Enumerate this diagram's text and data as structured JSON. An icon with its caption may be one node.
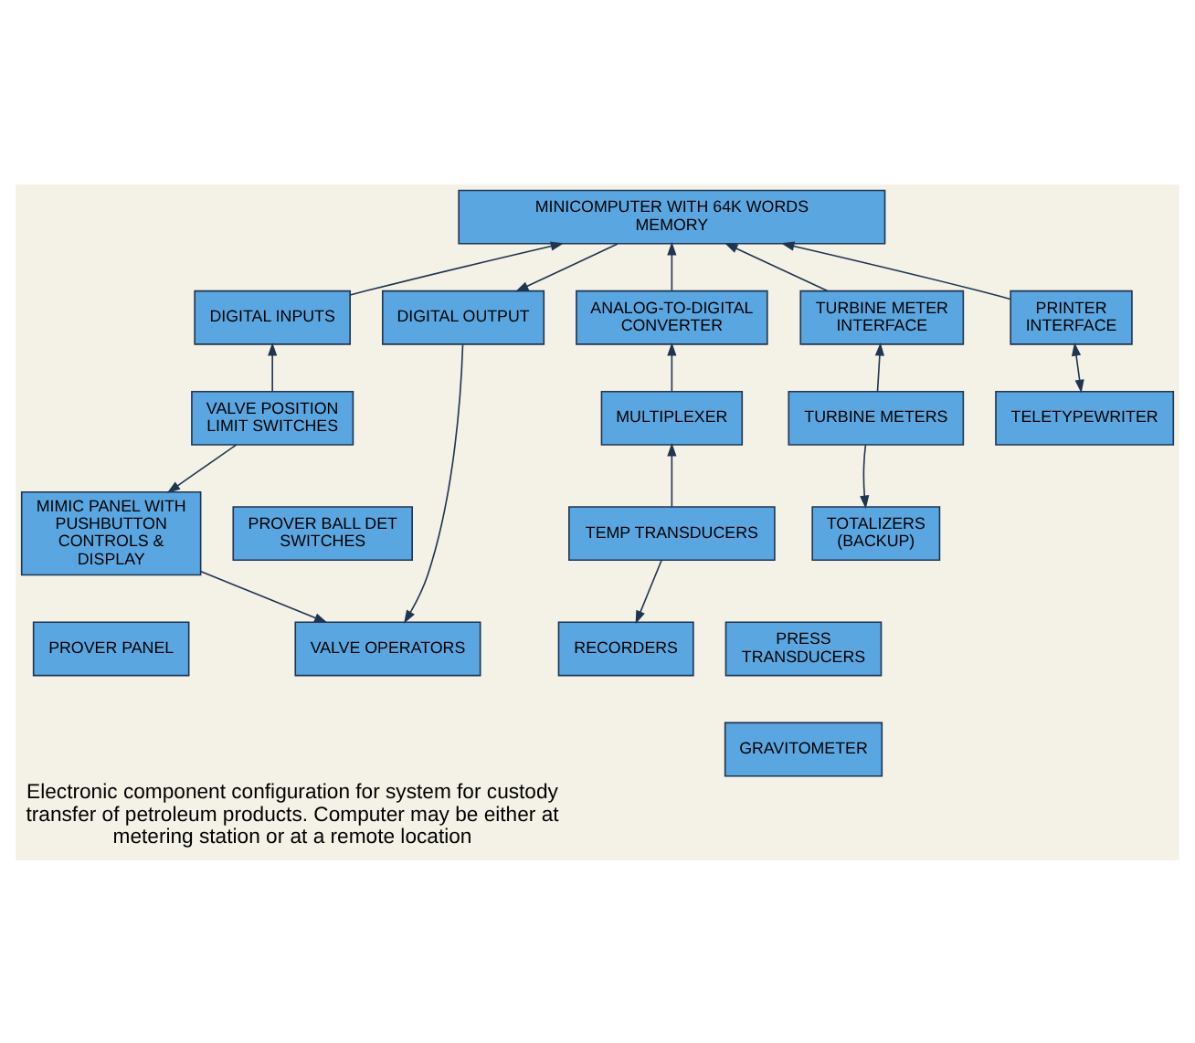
{
  "diagram": {
    "caption": "Electronic component configuration for system for custody transfer of petroleum products. Computer may be either at metering station or at a remote location",
    "nodes": [
      {
        "text": [
          "MINICOMPUTER WITH 64K WORDS MEMORY"
        ]
      },
      {
        "text": [
          "DIGITAL INPUTS"
        ]
      },
      {
        "text": [
          "DIGITAL OUTPUT"
        ]
      },
      {
        "text": [
          "ANALOG-TO-DIGITAL CONVERTER"
        ]
      },
      {
        "text": [
          "TURBINE METER INTERFACE"
        ]
      },
      {
        "text": [
          "PRINTER INTERFACE"
        ]
      },
      {
        "text": [
          "MIMIC PANEL WITH PUSHBUTTON CONTROLS & DISPLAY"
        ]
      },
      {
        "text": [
          "PROVER PANEL"
        ]
      },
      {
        "text": [
          "MULTIPLEXER"
        ]
      },
      {
        "text": [
          "TELETYPEWRITER"
        ]
      },
      {
        "text": [
          "VALVE OPERATORS"
        ]
      },
      {
        "text": [
          "RECORDERS"
        ]
      },
      {
        "text": [
          "VALVE POSITION LIMIT SWITCHES"
        ]
      },
      {
        "text": [
          "PROVER BALL DET SWITCHES"
        ]
      },
      {
        "text": [
          "TEMP TRANSDUCERS"
        ]
      },
      {
        "text": [
          "PRESS TRANSDUCERS"
        ]
      },
      {
        "text": [
          "TOTALIZERS (BACKUP)"
        ]
      },
      {
        "text": [
          "GRAVITOMETER"
        ]
      },
      {
        "text": [
          "TURBINE METERS"
        ]
      }
    ],
    "edges": [
      {
        "from": 1,
        "to": 0,
        "arrow": "to"
      },
      {
        "from": 0,
        "to": 2,
        "arrow": "to"
      },
      {
        "from": 3,
        "to": 0,
        "arrow": "to"
      },
      {
        "from": 4,
        "to": 0,
        "arrow": "to"
      },
      {
        "from": 5,
        "to": 0,
        "arrow": "to"
      },
      {
        "from": 5,
        "to": 9,
        "arrow": "both"
      },
      {
        "from": 2,
        "to": 10,
        "arrow": "to"
      },
      {
        "from": 6,
        "to": 10,
        "arrow": "to"
      },
      {
        "from": 12,
        "to": 1,
        "arrow": "to"
      },
      {
        "from": 12,
        "to": 6,
        "arrow": "to"
      },
      {
        "from": 8,
        "to": 3,
        "arrow": "to"
      },
      {
        "from": 14,
        "to": 8,
        "arrow": "to"
      },
      {
        "from": 14,
        "to": 11,
        "arrow": "to"
      },
      {
        "from": 18,
        "to": 4,
        "arrow": "to"
      },
      {
        "from": 18,
        "to": 16,
        "arrow": "to"
      }
    ]
  }
}
